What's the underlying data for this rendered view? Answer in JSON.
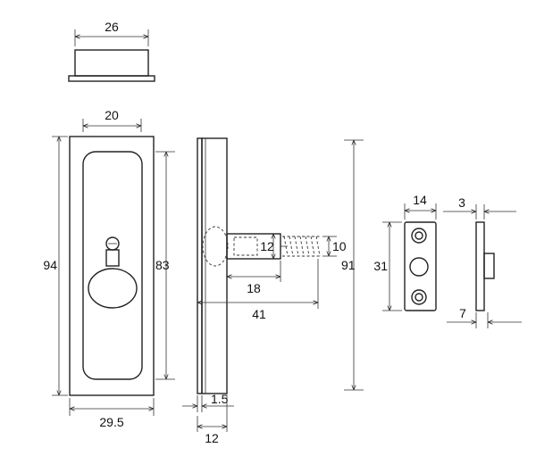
{
  "dimensions": {
    "top_width": "26",
    "plate_inner_width": "20",
    "plate_height": "94",
    "inner_height": "83",
    "plate_width": "29.5",
    "bolt_diameter": "12",
    "bolt_length": "18",
    "total_depth": "41",
    "spring_diameter": "10",
    "body_height": "91",
    "faceplate_thickness": "1.5",
    "body_width": "12",
    "strike_width": "14",
    "strike_height": "31",
    "strike_thickness": "3",
    "strike_depth": "7"
  },
  "colors": {
    "line": "#222222",
    "background": "#ffffff"
  }
}
